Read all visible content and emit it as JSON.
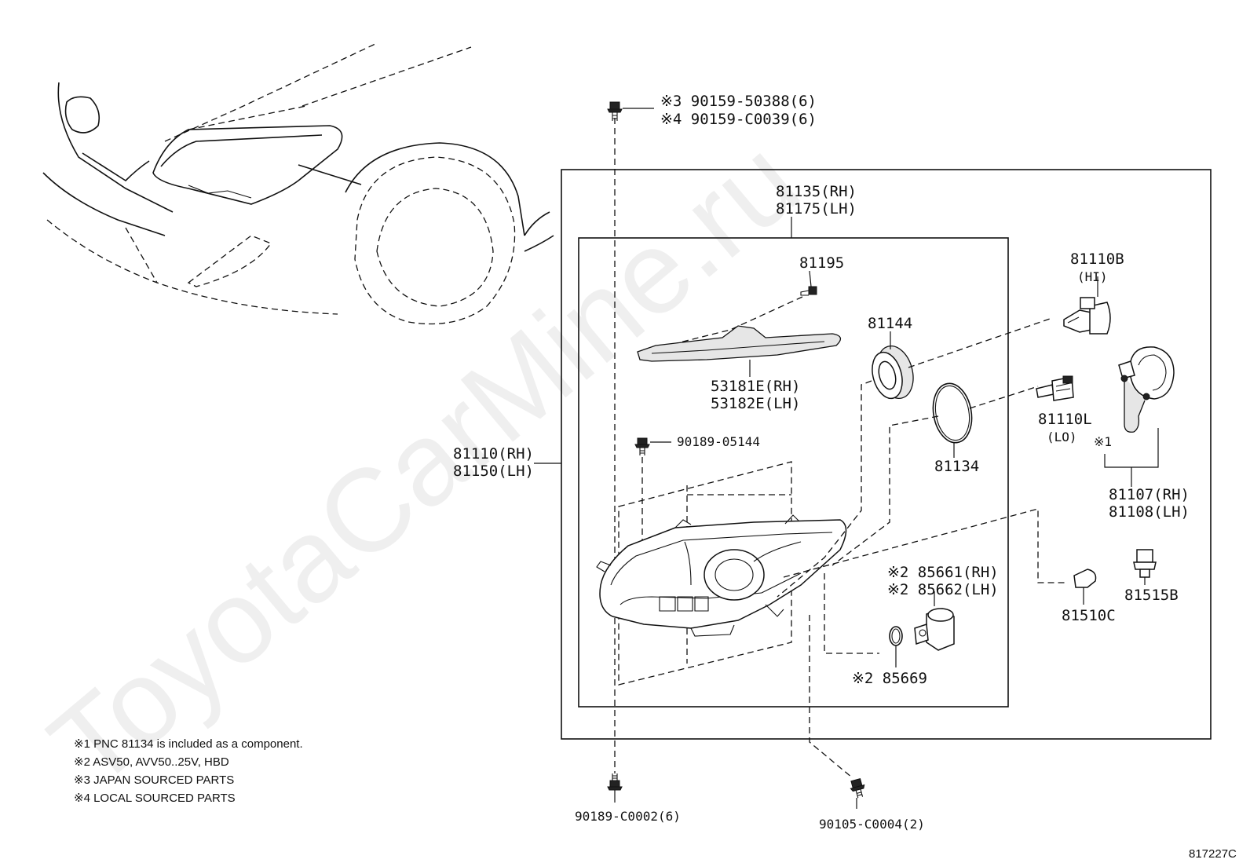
{
  "watermark": "ToyotaCarMine.ru",
  "figure_code": "817227C",
  "callouts": {
    "bolt_top_line1": "※3 90159-50388(6)",
    "bolt_top_line2": "※4 90159-C0039(6)",
    "assembly_line1": "81110(RH)",
    "assembly_line2": "81150(LH)",
    "unit_line1": "81135(RH)",
    "unit_line2": "81175(LH)",
    "screw_81195": "81195",
    "garnish_line1": "53181E(RH)",
    "garnish_line2": "53182E(LH)",
    "cap_81144": "81144",
    "gasket_81134": "81134",
    "bulb_hi_num": "81110B",
    "bulb_hi_tag": "(HI)",
    "bulb_lo_num": "81110L",
    "bulb_lo_tag": "(LO)",
    "socket_mark": "※1",
    "socket_line1": "81107(RH)",
    "socket_line2": "81108(LH)",
    "screw_05144": "90189-05144",
    "leveling_line1": "※2 85661(RH)",
    "leveling_line2": "※2 85662(LH)",
    "oring_85669": "※2 85669",
    "bulb_81510c": "81510C",
    "socket_81515b": "81515B",
    "bolt_bottom_left": "90189-C0002(6)",
    "bolt_bottom_right": "90105-C0004(2)"
  },
  "notes": [
    "※1 PNC 81134 is included as a component.",
    "※2 ASV50, AVV50..25V, HBD",
    "※3 JAPAN SOURCED PARTS",
    "※4 LOCAL SOURCED PARTS"
  ]
}
